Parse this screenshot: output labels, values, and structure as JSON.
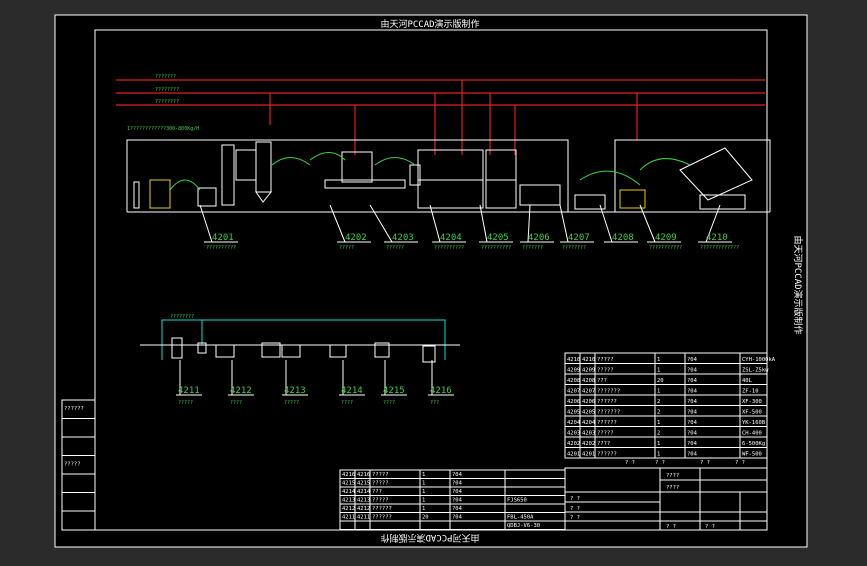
{
  "title_top": "由天河PCCAD演示版制作",
  "title_bottom": "由天河PCCAD演示版制作",
  "title_side": "由天河PCCAD演示版制作",
  "pipe_label_1": "???????",
  "pipe_label_2": "????????",
  "pipe_label_3": "????????",
  "capacity_note": "1????????????300-800Kg/H",
  "line1_tags": [
    {
      "id": "4201",
      "desc": "??????????"
    },
    {
      "id": "4202",
      "desc": "?????"
    },
    {
      "id": "4203",
      "desc": "??????"
    },
    {
      "id": "4204",
      "desc": "??????????"
    },
    {
      "id": "4205",
      "desc": "??????????"
    },
    {
      "id": "4206",
      "desc": "???????"
    },
    {
      "id": "4207",
      "desc": "????????"
    },
    {
      "id": "4208",
      "desc": ""
    },
    {
      "id": "4209",
      "desc": "???????????"
    },
    {
      "id": "4210",
      "desc": "?????????????"
    }
  ],
  "line2_tags": [
    {
      "id": "4211",
      "desc": "?????"
    },
    {
      "id": "4212",
      "desc": "????"
    },
    {
      "id": "4213",
      "desc": "?????"
    },
    {
      "id": "4214",
      "desc": "????"
    },
    {
      "id": "4215",
      "desc": "????"
    },
    {
      "id": "4216",
      "desc": "???"
    }
  ],
  "line2_pipe_label": "????????",
  "equipment_table_right": [
    [
      "4210",
      "4210",
      "?????",
      "1",
      "?04",
      "CYH-1000kA"
    ],
    [
      "4209",
      "4209",
      "?????",
      "1",
      "?04",
      "ZSL-Z5kw"
    ],
    [
      "4208",
      "4208",
      "???",
      "20",
      "?04",
      "40L"
    ],
    [
      "4207",
      "4207",
      "???????",
      "1",
      "?04",
      "ZF-10"
    ],
    [
      "4206",
      "4206",
      "??????",
      "2",
      "?04",
      "XF-300"
    ],
    [
      "4205",
      "4205",
      "???????",
      "2",
      "?04",
      "XF-500"
    ],
    [
      "4204",
      "4204",
      "??????",
      "1",
      "?04",
      "YK-160B"
    ],
    [
      "4203",
      "4203",
      "?????",
      "2",
      "?04",
      "CH-400"
    ],
    [
      "4202",
      "4202",
      "????",
      "1",
      "?04",
      "6-500Kg"
    ],
    [
      "4201",
      "4201",
      "??????",
      "1",
      "?04",
      "WF-500"
    ]
  ],
  "equipment_table_bottom": [
    [
      "4216",
      "4216",
      "?????",
      "1",
      "?04",
      ""
    ],
    [
      "4215",
      "4215",
      "?????",
      "1",
      "?04",
      ""
    ],
    [
      "4214",
      "4214",
      "???",
      "1",
      "?04",
      ""
    ],
    [
      "4213",
      "4213",
      "?????",
      "1",
      "?04",
      "FJS650"
    ],
    [
      "4212",
      "4212",
      "??????",
      "1",
      "?04",
      ""
    ],
    [
      "4211",
      "4211",
      "??????",
      "20",
      "?04",
      "FBL-450A"
    ],
    [
      "",
      "",
      "",
      "",
      "",
      "QDBJ-V6-30"
    ]
  ],
  "left_stamp": [
    "??????",
    "",
    "",
    "?????",
    "",
    "",
    ""
  ],
  "titleblock_marks": [
    "????",
    "????",
    "? ?",
    "? ?",
    "? ?",
    "? ?",
    "? ?"
  ],
  "grid_marks": [
    "? ?",
    "? ?",
    "? ?",
    "? ?"
  ]
}
